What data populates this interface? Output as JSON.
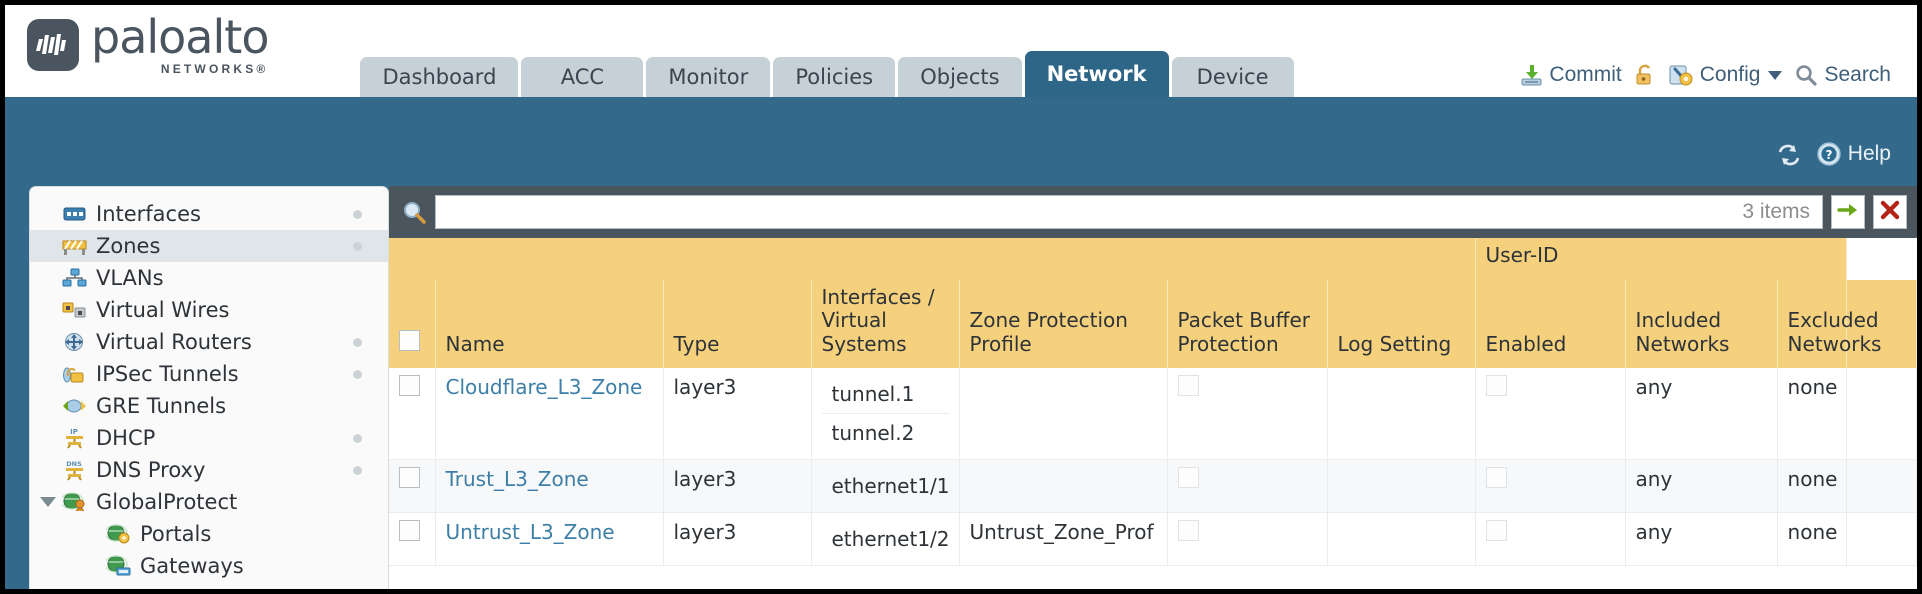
{
  "brand": {
    "name": "paloalto",
    "tagline": "NETWORKS®"
  },
  "nav": {
    "tabs": [
      {
        "label": "Dashboard",
        "active": false
      },
      {
        "label": "ACC",
        "active": false
      },
      {
        "label": "Monitor",
        "active": false
      },
      {
        "label": "Policies",
        "active": false
      },
      {
        "label": "Objects",
        "active": false
      },
      {
        "label": "Network",
        "active": true
      },
      {
        "label": "Device",
        "active": false
      }
    ]
  },
  "top_actions": {
    "commit": "Commit",
    "config": "Config",
    "search": "Search",
    "lock_icon": "unlock-icon",
    "commit_icon": "commit-save-icon",
    "config_icon": "config-wrench-icon",
    "search_icon": "search-magnifier-icon"
  },
  "blue_bar": {
    "refresh_icon": "refresh-icon",
    "help": "Help",
    "help_icon": "help-question-icon"
  },
  "sidebar": {
    "items": [
      {
        "label": "Interfaces",
        "icon": "interfaces-icon",
        "selected": false,
        "child": false,
        "dot": true,
        "expander": false
      },
      {
        "label": "Zones",
        "icon": "zones-icon",
        "selected": true,
        "child": false,
        "dot": true,
        "expander": false
      },
      {
        "label": "VLANs",
        "icon": "vlans-icon",
        "selected": false,
        "child": false,
        "dot": false,
        "expander": false
      },
      {
        "label": "Virtual Wires",
        "icon": "virtual-wires-icon",
        "selected": false,
        "child": false,
        "dot": false,
        "expander": false
      },
      {
        "label": "Virtual Routers",
        "icon": "virtual-routers-icon",
        "selected": false,
        "child": false,
        "dot": true,
        "expander": false
      },
      {
        "label": "IPSec Tunnels",
        "icon": "ipsec-tunnels-icon",
        "selected": false,
        "child": false,
        "dot": true,
        "expander": false
      },
      {
        "label": "GRE Tunnels",
        "icon": "gre-tunnels-icon",
        "selected": false,
        "child": false,
        "dot": false,
        "expander": false
      },
      {
        "label": "DHCP",
        "icon": "dhcp-icon",
        "selected": false,
        "child": false,
        "dot": true,
        "expander": false
      },
      {
        "label": "DNS Proxy",
        "icon": "dns-proxy-icon",
        "selected": false,
        "child": false,
        "dot": true,
        "expander": false
      },
      {
        "label": "GlobalProtect",
        "icon": "globalprotect-icon",
        "selected": false,
        "child": false,
        "dot": false,
        "expander": true
      },
      {
        "label": "Portals",
        "icon": "portals-icon",
        "selected": false,
        "child": true,
        "dot": false,
        "expander": false
      },
      {
        "label": "Gateways",
        "icon": "gateways-icon",
        "selected": false,
        "child": true,
        "dot": false,
        "expander": false
      }
    ]
  },
  "filter_bar": {
    "search_icon": "search-magnifier-icon",
    "input_value": "",
    "input_placeholder": "",
    "item_count": "3 items",
    "apply_icon": "apply-filter-arrow-icon",
    "clear_icon": "clear-filter-x-icon"
  },
  "table": {
    "group_header": "User-ID",
    "columns": [
      "Name",
      "Type",
      "Interfaces / Virtual Systems",
      "Zone Protection Profile",
      "Packet Buffer Protection",
      "Log Setting",
      "Enabled",
      "Included Networks",
      "Excluded Networks"
    ],
    "rows": [
      {
        "selected": false,
        "name": "Cloudflare_L3_Zone",
        "type": "layer3",
        "interfaces": [
          "tunnel.1",
          "tunnel.2"
        ],
        "zone_protection_profile": "",
        "packet_buffer_protection": false,
        "log_setting": "",
        "userid_enabled": false,
        "included_networks": "any",
        "excluded_networks": "none"
      },
      {
        "selected": false,
        "name": "Trust_L3_Zone",
        "type": "layer3",
        "interfaces": [
          "ethernet1/1"
        ],
        "zone_protection_profile": "",
        "packet_buffer_protection": false,
        "log_setting": "",
        "userid_enabled": false,
        "included_networks": "any",
        "excluded_networks": "none"
      },
      {
        "selected": false,
        "name": "Untrust_L3_Zone",
        "type": "layer3",
        "interfaces": [
          "ethernet1/2"
        ],
        "zone_protection_profile": "Untrust_Zone_Prof",
        "packet_buffer_protection": false,
        "log_setting": "",
        "userid_enabled": false,
        "included_networks": "any",
        "excluded_networks": "none"
      }
    ]
  },
  "colors": {
    "brand_slate": "#4a5560",
    "header_blue": "#2e6688",
    "band_blue": "#33698a",
    "table_header_amber": "#f5d17e",
    "table_group_amber": "#e0ae48",
    "link_blue": "#3d7fa6",
    "toolbar_slate": "#4a555e"
  }
}
